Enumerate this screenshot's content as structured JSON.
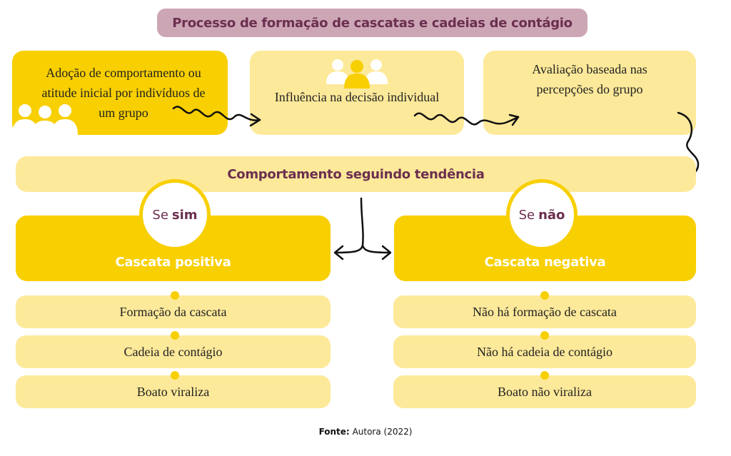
{
  "title": "Processo de formação de cascatas e cadeias de contágio",
  "steps": [
    {
      "text": "Adoção de comportamento ou atitude inicial por indivíduos de um grupo"
    },
    {
      "text": "Influência na decisão individual"
    },
    {
      "text": "Avaliação baseada nas percepções do grupo"
    }
  ],
  "trend": "Comportamento seguindo tendência",
  "branches": [
    {
      "condition_prefix": "Se",
      "condition_word": "sim",
      "label": "Cascata positiva",
      "items": [
        "Formação da cascata",
        "Cadeia de contágio",
        "Boato viraliza"
      ]
    },
    {
      "condition_prefix": "Se",
      "condition_word": "não",
      "label": "Cascata negativa",
      "items": [
        "Não há formação de cascata",
        "Não há cadeia de contágio",
        "Boato não viraliza"
      ]
    }
  ],
  "source": {
    "label": "Fonte:",
    "text": "Autora (2022)"
  },
  "icons": [
    "people-group-icon",
    "people-group-highlight-icon",
    "squiggle-arrow-icon",
    "fork-arrow-icon"
  ],
  "colors": {
    "yellow": "#f8cf00",
    "pale_yellow": "#fde99a",
    "plum": "#6b2f4f",
    "mauve": "#cda6b6"
  }
}
